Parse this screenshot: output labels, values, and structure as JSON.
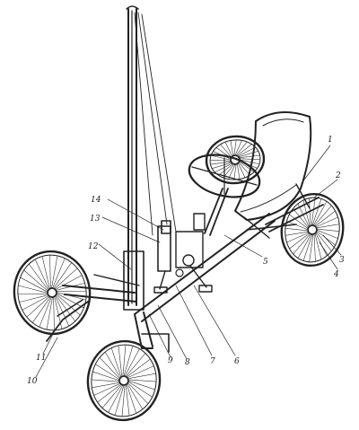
{
  "diagram": {
    "type": "technical-illustration",
    "subject": "four-wheel pedal vehicle with tall mast",
    "callouts": [
      "1",
      "2",
      "3",
      "4",
      "5",
      "6",
      "7",
      "8",
      "9",
      "10",
      "11",
      "12",
      "13",
      "14"
    ]
  }
}
